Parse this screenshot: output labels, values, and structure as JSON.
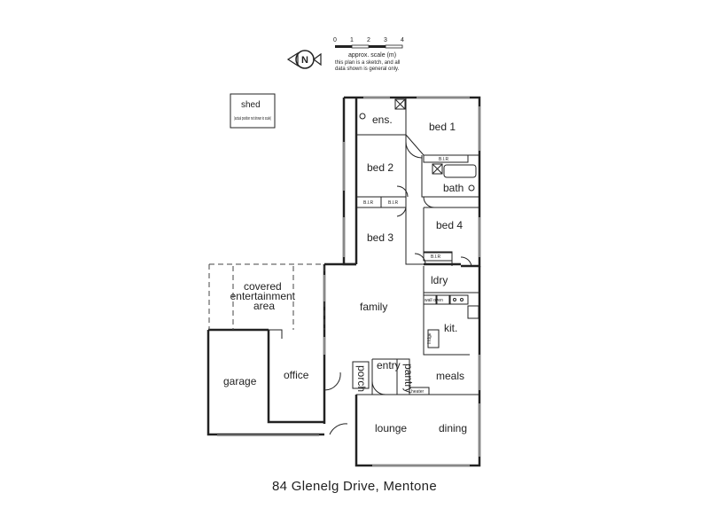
{
  "rooms": {
    "shed": "shed",
    "shed_note": "(actual position not shown to scale)",
    "ens": "ens.",
    "bed1": "bed 1",
    "bed2": "bed 2",
    "bath": "bath",
    "bed3": "bed 3",
    "bed4": "bed 4",
    "ldry": "ldry",
    "covered": "covered entertainment area",
    "family": "family",
    "kit": "kit.",
    "garage": "garage",
    "office": "office",
    "entry": "entry",
    "pantry": "pantry",
    "meals": "meals",
    "porch": "porch",
    "lounge": "lounge",
    "dining": "dining"
  },
  "fixtures": {
    "bir_bed1": "B.I.R",
    "bir_bed2": "B.I.R",
    "bir_bed3": "B.I.R",
    "bir_bed4": "B.I.R",
    "heater": "heater",
    "wall_oven": "wall oven",
    "fridge": "fridge"
  },
  "scale_bar": {
    "ticks": [
      "0",
      "1",
      "2",
      "3",
      "4"
    ],
    "label": "approx. scale (m)",
    "note_line1": "this plan is a sketch, and all",
    "note_line2": "data shown is general only."
  },
  "compass": "N",
  "address": "84 Glenelg Drive, Mentone"
}
